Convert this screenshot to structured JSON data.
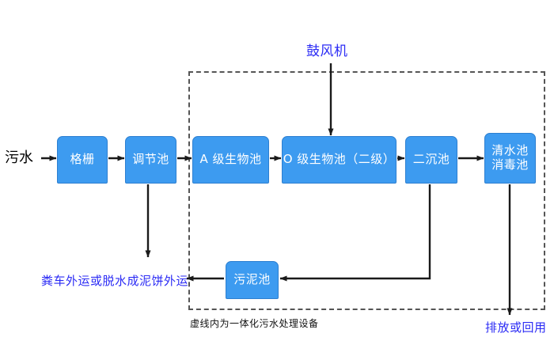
{
  "diagram": {
    "title_note": "虚线内为一体化污水处理设备",
    "colors": {
      "node_fill": "#3d9bf0",
      "node_border": "#2d7fd0",
      "node_text": "#ffffff",
      "blue_label": "#2b2bf5",
      "arrow": "#1a1a1a",
      "dashed_border": "#555555",
      "background": "#ffffff"
    },
    "inlet_label": "污水",
    "blower_label": "鼓风机",
    "sludge_outlet_label": "粪车外运或脱水成泥饼外运",
    "discharge_label": "排放或回用",
    "nodes": [
      {
        "id": "grating",
        "line1": "格栅",
        "line2": ""
      },
      {
        "id": "equalizing",
        "line1": "调节池",
        "line2": ""
      },
      {
        "id": "a-stage",
        "line1": "A 级生物池",
        "line2": ""
      },
      {
        "id": "o-stage",
        "line1": "O 级生物池（二级）",
        "line2": ""
      },
      {
        "id": "secondary",
        "line1": "二沉池",
        "line2": ""
      },
      {
        "id": "clearwater",
        "line1": "清水池",
        "line2": "消毒池"
      },
      {
        "id": "sludge",
        "line1": "污泥池",
        "line2": ""
      }
    ]
  }
}
